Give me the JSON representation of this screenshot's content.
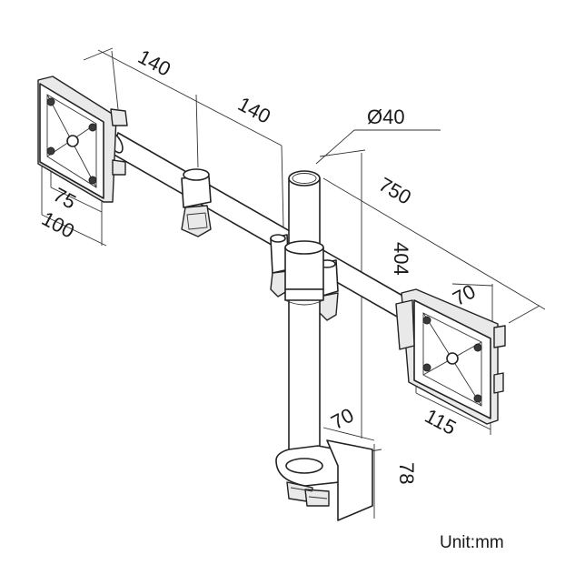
{
  "dimensions": {
    "span_left": "140",
    "span_right": "140",
    "tube_diameter": "Ø40",
    "arm_length": "750",
    "pole_height": "404",
    "plate_inner_left": "75",
    "plate_outer_left": "100",
    "plate_depth_right": "70",
    "plate_outer_right": "115",
    "clamp_width": "70",
    "clamp_height": "78"
  },
  "unit_label": "Unit:mm"
}
